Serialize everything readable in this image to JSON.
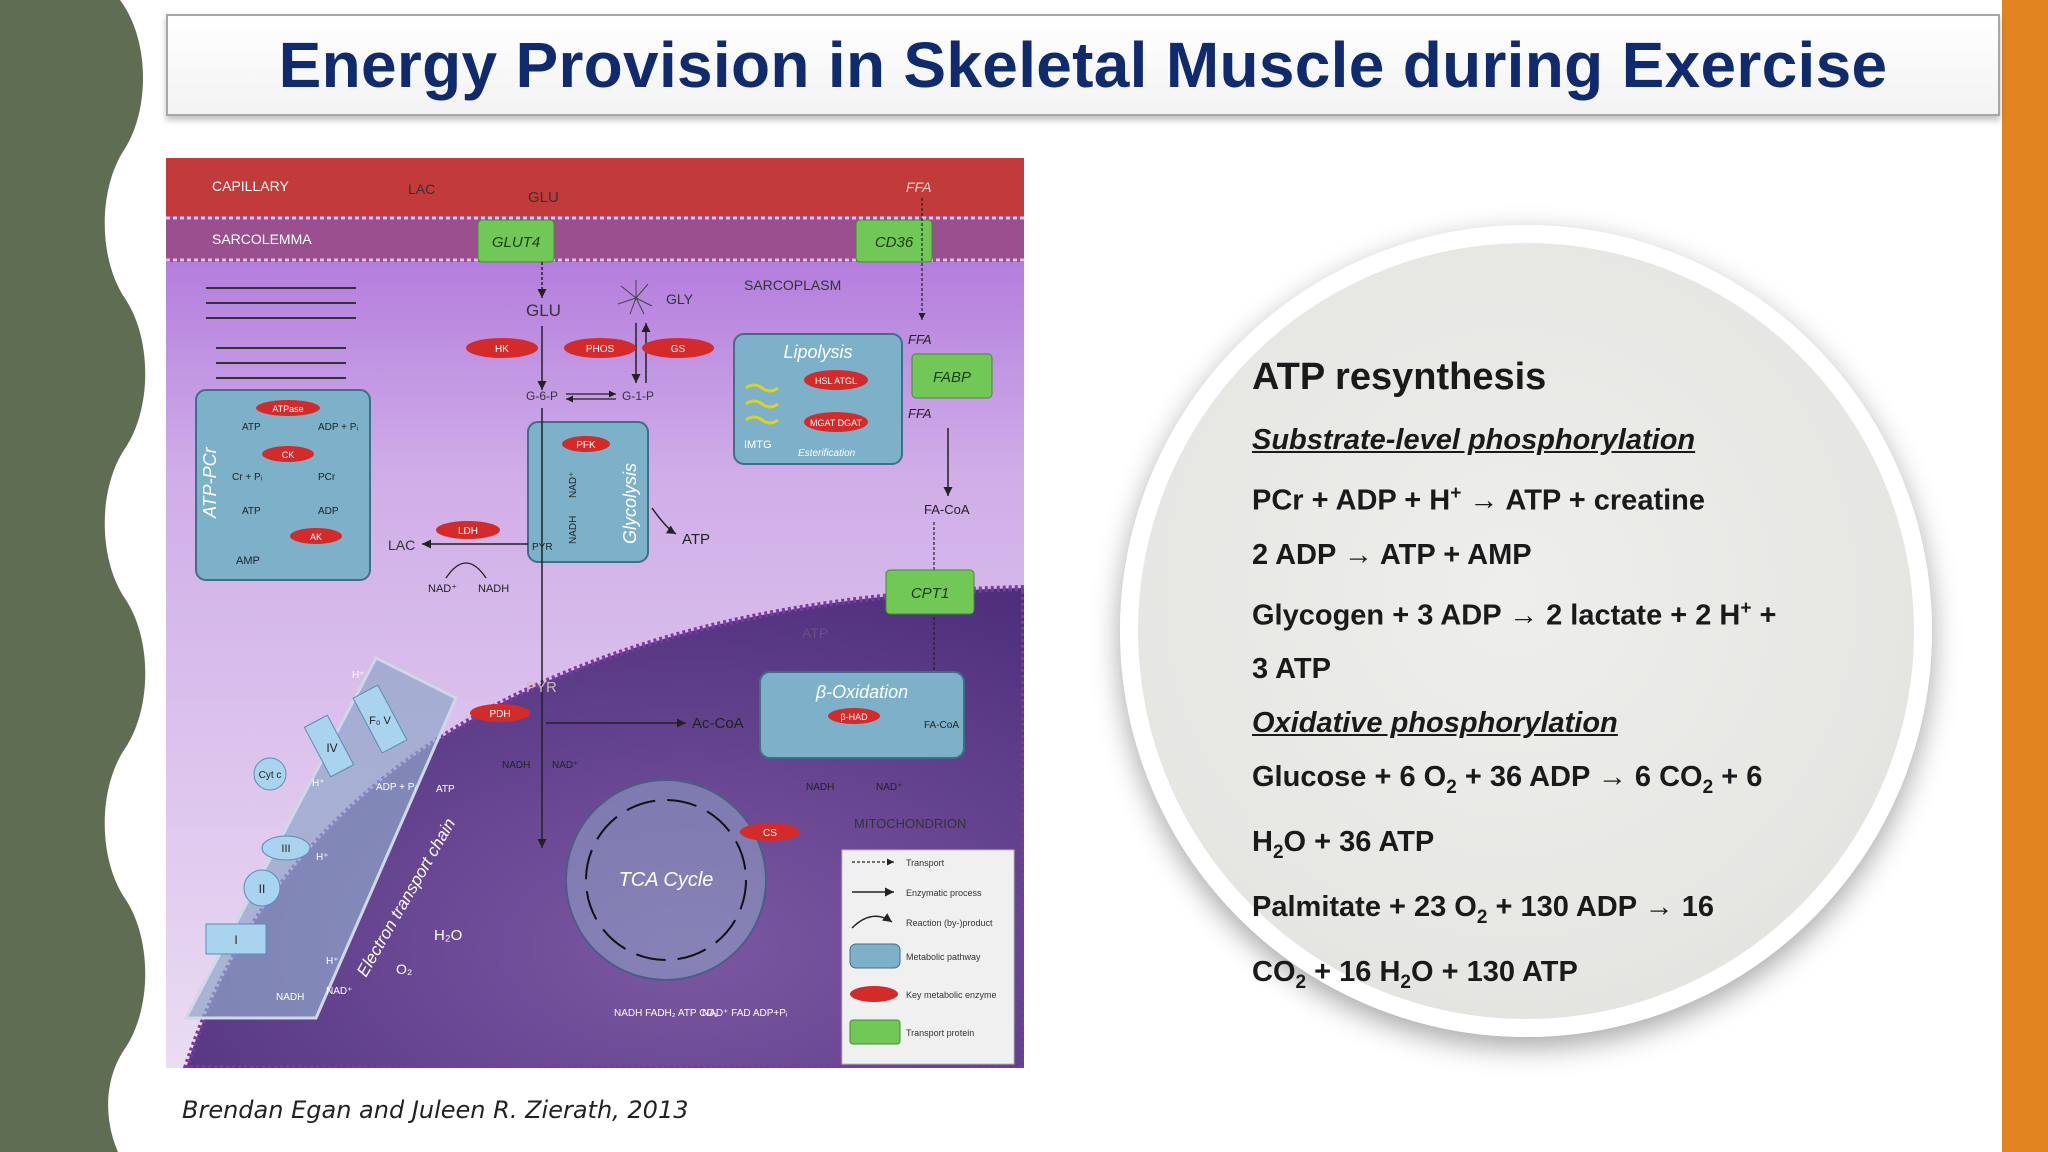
{
  "slide": {
    "title": "Energy Provision in Skeletal Muscle during Exercise",
    "credit": "Brendan Egan and Juleen R. Zierath, 2013",
    "colors": {
      "left_band": "#5f6e52",
      "right_band": "#e2841f",
      "title_text": "#102a6e"
    }
  },
  "figure": {
    "capillary": "CAPILLARY",
    "sarcolemma": "SARCOLEMMA",
    "sarcoplasm": "SARCOPLASM",
    "mitochondrion": "MITOCHONDRION",
    "lac": "LAC",
    "glu": "GLU",
    "ffa": "FFA",
    "glut4": "GLUT4",
    "cd36": "CD36",
    "fabp": "FABP",
    "cpt1": "CPT1",
    "gly": "GLY",
    "hk": "HK",
    "phos": "PHOS",
    "gs": "GS",
    "g6p": "G-6-P",
    "g1p": "G-1-P",
    "pfk": "PFK",
    "glycolysis": "Glycolysis",
    "ldh": "LDH",
    "pyr": "PYR",
    "atp": "ATP",
    "nad": "NAD⁺",
    "nadh": "NADH",
    "lipolysis": "Lipolysis",
    "hsl_atgl": "HSL ATGL",
    "mgat_dgat": "MGAT DGAT",
    "imtg": "IMTG",
    "esterification": "Esterification",
    "fa_coa": "FA-CoA",
    "atp_pcr": "ATP-PCr",
    "atpase": "ATPase",
    "ck": "CK",
    "ak": "AK",
    "adp_pi": "ADP + Pᵢ",
    "cr_pi": "Cr + Pᵢ",
    "pcr": "PCr",
    "adp": "ADP",
    "amp": "AMP",
    "beta_oxidation": "β-Oxidation",
    "beta_had": "β-HAD",
    "pdh": "PDH",
    "ac_coa": "Ac-CoA",
    "cs": "CS",
    "tca": "TCA Cycle",
    "etc": "Electron transport chain",
    "cyt_c": "Cyt c",
    "complex_iv": "IV",
    "complex_v": "F₀ V",
    "complex_iii": "III",
    "complex_ii": "II",
    "complex_i": "I",
    "h_plus": "H⁺",
    "h2o": "H₂O",
    "o2": "O₂",
    "nadh_fadh": "NADH FADH₂ ATP CO₂",
    "nad_fad": "NAD⁺ FAD ADP+Pᵢ",
    "legend": {
      "transport": "Transport",
      "enzymatic": "Enzymatic process",
      "reaction": "Reaction (by-)product",
      "pathway": "Metabolic pathway",
      "enzyme": "Key metabolic enzyme",
      "protein": "Transport protein"
    }
  },
  "atp": {
    "heading": "ATP resynthesis",
    "substrate_title": "Substrate-level phosphorylation",
    "oxidative_title": "Oxidative phosphorylation"
  }
}
